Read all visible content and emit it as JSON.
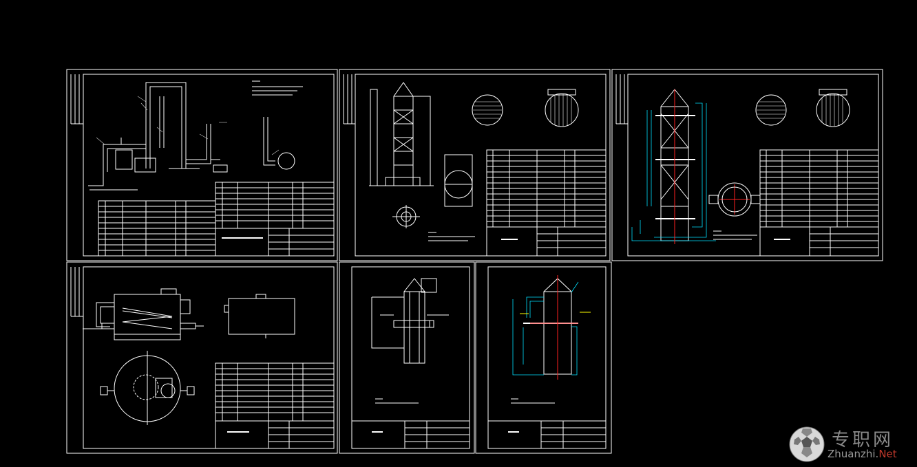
{
  "drawing": {
    "background": "#000000",
    "line_colors": {
      "main": "#ffffff",
      "cyan": "#00e0ff",
      "red": "#ff2020",
      "yellow": "#ffff00"
    }
  },
  "watermark": {
    "text_cn": "专职网",
    "text_en_main": "Zhuanzhi.",
    "text_en_suffix": "Net",
    "icon": "soccer-ball-globe-icon"
  }
}
